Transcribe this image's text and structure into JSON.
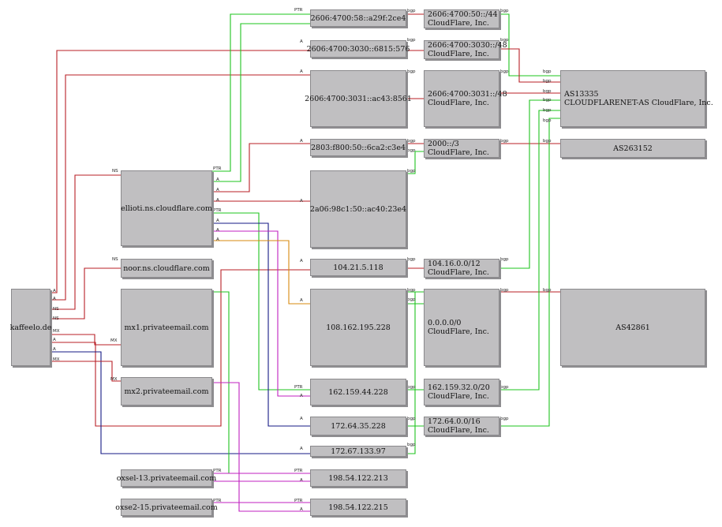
{
  "diagram": {
    "nodes": {
      "kaffeelo": [
        "kaffeelo.de"
      ],
      "ellioti": [
        "ellioti.ns.cloudflare.com"
      ],
      "noor": [
        "noor.ns.cloudflare.com"
      ],
      "mx1": [
        "mx1.privateemail.com"
      ],
      "mx2": [
        "mx2.privateemail.com"
      ],
      "oxsel13": [
        "oxsel-13.privateemail.com"
      ],
      "oxse215": [
        "oxse2-15.privateemail.com"
      ],
      "ip_a29f": [
        "2606:4700:58::a29f:2ce4"
      ],
      "ip_6815": [
        "2606:4700:3030::6815:576"
      ],
      "ip_ac43": [
        "2606:4700:3031::ac43:8561"
      ],
      "ip_2803": [
        "2803:f800:50::6ca2:c3e4"
      ],
      "ip_2a06": [
        "2a06:98c1:50::ac40:23e4"
      ],
      "ip_104": [
        "104.21.5.118"
      ],
      "ip_108": [
        "108.162.195.228"
      ],
      "ip_162": [
        "162.159.44.228"
      ],
      "ip_172_64": [
        "172.64.35.228"
      ],
      "ip_172_67": [
        "172.67.133.97"
      ],
      "ip_198_213": [
        "198.54.122.213"
      ],
      "ip_198_215": [
        "198.54.122.215"
      ],
      "p_2606_44": [
        "2606:4700:50::/44",
        "CloudFlare, Inc."
      ],
      "p_3030": [
        "2606:4700:3030::/48",
        "CloudFlare, Inc."
      ],
      "p_3031": [
        "2606:4700:3031::/48",
        "CloudFlare, Inc."
      ],
      "p_2000": [
        "2000::/3",
        "CloudFlare, Inc."
      ],
      "p_104": [
        "104.16.0.0/12",
        "CloudFlare, Inc."
      ],
      "p_0": [
        "0.0.0.0/0",
        "CloudFlare, Inc."
      ],
      "p_162": [
        "162.159.32.0/20",
        "CloudFlare, Inc."
      ],
      "p_172": [
        "172.64.0.0/16",
        "CloudFlare, Inc."
      ],
      "as13335": [
        "AS13335",
        "CLOUDFLARENET-AS CloudFlare, Inc."
      ],
      "as263152": [
        "AS263152"
      ],
      "as42861": [
        "AS42861"
      ]
    },
    "edge_labels": {
      "a": "A",
      "ns": "NS",
      "mx": "MX",
      "ptr": "PTR",
      "bgp": "bgp"
    },
    "colors": {
      "red": "#b81f26",
      "green": "#1ec41e",
      "navy": "#141a86",
      "magenta": "#c020c0",
      "orange": "#d78a0e",
      "node_fill": "#c0bfc1"
    }
  }
}
